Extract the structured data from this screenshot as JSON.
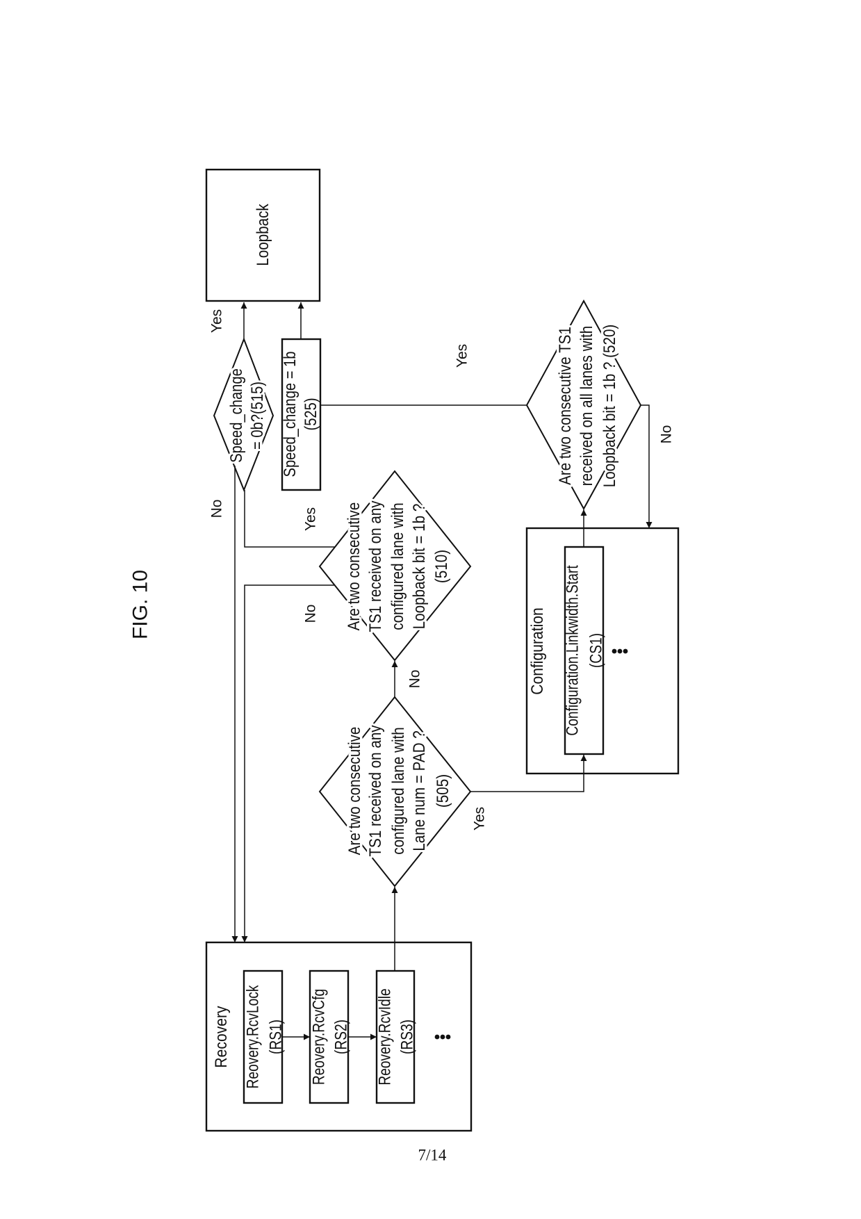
{
  "page": {
    "figure_label": "FIG. 10",
    "page_number": "7/14"
  },
  "nodes": {
    "loopback": {
      "label": "Loopback"
    },
    "recovery": {
      "label": "Recovery",
      "substates": [
        {
          "id": "RS1",
          "lines": [
            "Reovery.RcvLock",
            "(RS1)"
          ]
        },
        {
          "id": "RS2",
          "lines": [
            "Reovery.RcvCfg",
            "(RS2)"
          ]
        },
        {
          "id": "RS3",
          "lines": [
            "Reovery.RcvIdle",
            "(RS3)"
          ]
        }
      ],
      "more_substates": "..."
    },
    "configuration": {
      "label": "Configuration",
      "substates": [
        {
          "id": "CS1",
          "lines": [
            "Configuration.Linkwidth.Start",
            "(CS1)"
          ]
        }
      ],
      "more_substates": "..."
    },
    "decision_505": {
      "lines": [
        "Are two consecutive",
        "TS1 received on any",
        "configured lane with",
        "Lane num = PAD ?",
        "(505)"
      ]
    },
    "decision_510": {
      "lines": [
        "Are two consecutive",
        "TS1 received on any",
        "configured lane with",
        "Loopback bit = 1b ?",
        "(510)"
      ]
    },
    "decision_515": {
      "lines": [
        "Speed_change",
        "= 0b?(515)"
      ]
    },
    "decision_520": {
      "lines": [
        "Are two consecutive TS1",
        "received on all lanes with",
        "Loopback bit = 1b ? (520)"
      ]
    },
    "action_525": {
      "lines": [
        "Speed_change = 1b",
        "(525)"
      ]
    }
  },
  "edges": [
    {
      "from": "RS1",
      "to": "RS2",
      "label": ""
    },
    {
      "from": "RS2",
      "to": "RS3",
      "label": ""
    },
    {
      "from": "RS3",
      "to": "505",
      "label": ""
    },
    {
      "from": "505",
      "to": "510",
      "label": "No"
    },
    {
      "from": "505",
      "to": "CS1",
      "label": "Yes"
    },
    {
      "from": "510",
      "to": "515",
      "label": "Yes"
    },
    {
      "from": "510",
      "to": "Recovery",
      "label": "No"
    },
    {
      "from": "515",
      "to": "Loopback",
      "label": "Yes"
    },
    {
      "from": "515",
      "to": "Recovery",
      "label": "No"
    },
    {
      "from": "CS1",
      "to": "520",
      "label": ""
    },
    {
      "from": "520",
      "to": "525",
      "label": "Yes"
    },
    {
      "from": "520",
      "to": "Configuration",
      "label": "No"
    },
    {
      "from": "525",
      "to": "Loopback",
      "label": ""
    }
  ]
}
